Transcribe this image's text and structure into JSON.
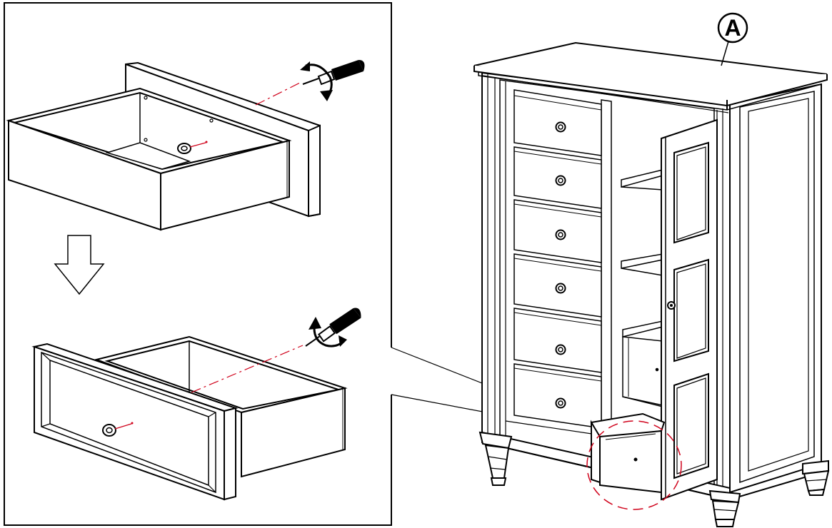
{
  "figure": {
    "part_label": "A",
    "colors": {
      "line": "#000000",
      "background": "#ffffff",
      "guide": "#d0021b"
    },
    "icons": [
      "screwdriver-icon",
      "rotate-arrow-icon",
      "down-arrow-icon",
      "drawer-knob-icon"
    ],
    "steps": [
      {
        "name": "detach-drawer-front",
        "screw_direction": "counterclockwise"
      },
      {
        "name": "attach-drawer-front",
        "screw_direction": "clockwise"
      }
    ]
  }
}
